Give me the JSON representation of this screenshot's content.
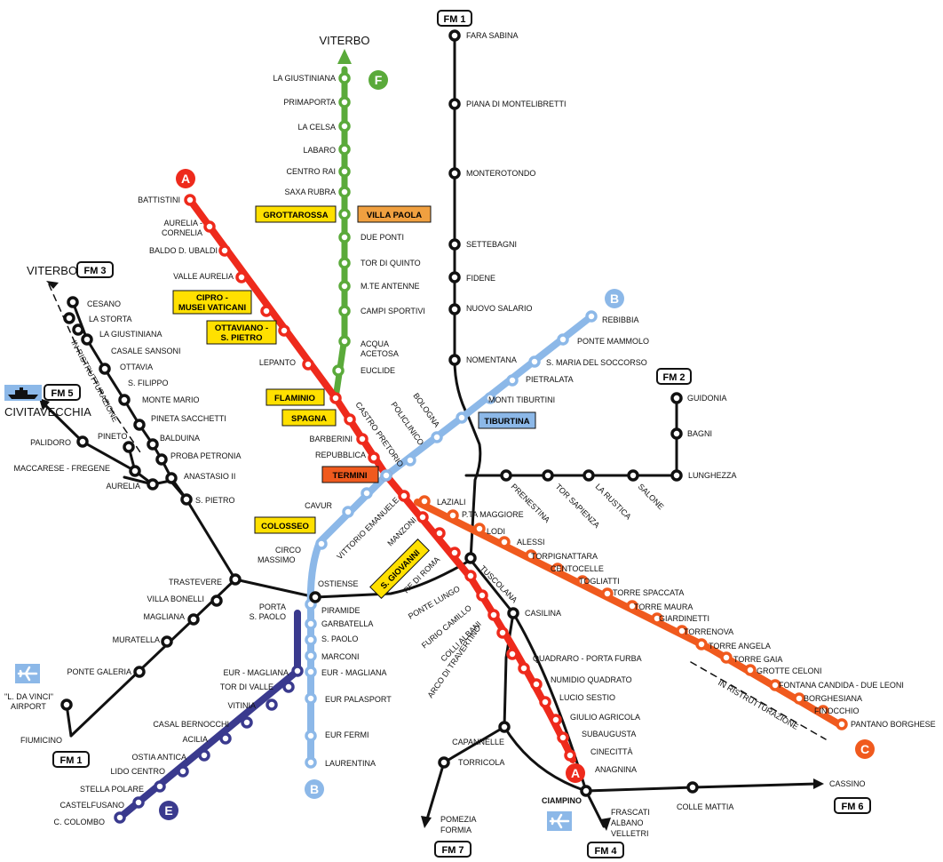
{
  "colors": {
    "line_a": "#ee2a1c",
    "line_b": "#8cb8e8",
    "line_c": "#f05a1e",
    "line_e": "#3a3a8e",
    "line_f": "#5aaa3a",
    "rail": "#111111",
    "box_yellow": "#ffe000",
    "box_orange": "#f0a040",
    "box_red": "#f05a1e",
    "box_blue": "#8cb8e8"
  },
  "line_badges": {
    "a_top": "A",
    "a_bottom": "A",
    "b_top": "B",
    "b_bottom": "B",
    "c": "C",
    "e": "E",
    "f": "F"
  },
  "fm_badges": {
    "fm1_top": "FM 1",
    "fm1_bottom": "FM 1",
    "fm2": "FM 2",
    "fm3": "FM 3",
    "fm4": "FM 4",
    "fm5": "FM 5",
    "fm6": "FM 6",
    "fm7": "FM 7"
  },
  "big_labels": {
    "viterbo_top": "VITERBO",
    "viterbo_left": "VITERBO",
    "civitavecchia": "CIVITAVECCHIA"
  },
  "notes": {
    "fm3_restructuring": "IN RISTRUTTURAZIONE",
    "c_restructuring": "IN RISTRUTTURAZIONE"
  },
  "icons": {
    "airplane": "airplane-icon",
    "ship": "ship-icon"
  },
  "box_stations": {
    "grottarossa": "GROTTAROSSA",
    "villa_paola": "VILLA PAOLA",
    "cipro_1": "CIPRO -",
    "cipro_2": "MUSEI VATICANI",
    "ottaviano_1": "OTTAVIANO -",
    "ottaviano_2": "S. PIETRO",
    "flaminio": "FLAMINIO",
    "spagna": "SPAGNA",
    "termini": "TERMINI",
    "tiburtina": "TIBURTINA",
    "colosseo": "COLOSSEO",
    "s_giovanni": "S. GIOVANNI"
  },
  "stations": {
    "line_f": [
      "LA GIUSTINIANA",
      "PRIMAPORTA",
      "LA CELSA",
      "LABARO",
      "CENTRO RAI",
      "SAXA RUBRA",
      "DUE PONTI",
      "TOR DI QUINTO",
      "M.TE ANTENNE",
      "CAMPI SPORTIVI",
      "ACQUA",
      "ACETOSA",
      "EUCLIDE"
    ],
    "line_a": [
      "BATTISTINI",
      "AURELIA -",
      "CORNELIA",
      "BALDO D. UBALDI",
      "VALLE AURELIA",
      "LEPANTO",
      "BARBERINI",
      "REPUBBLICA",
      "VITTORIO EMANUELE",
      "MANZONI",
      "RE DI ROMA",
      "PONTE LUNGO",
      "FURIO CAMILLO",
      "COLLI ALBANI",
      "ARCO DI TRAVERTINO",
      "QUADRARO - PORTA FURBA",
      "NUMIDIO QUADRATO",
      "LUCIO SESTIO",
      "GIULIO AGRICOLA",
      "SUBAUGUSTA",
      "CINECITTÀ",
      "ANAGNINA"
    ],
    "line_b": [
      "REBIBBIA",
      "PONTE MAMMOLO",
      "S. MARIA DEL SOCCORSO",
      "PIETRALATA",
      "MONTI TIBURTINI",
      "BOLOGNA",
      "POLICLINICO",
      "CASTRO PRETORIO",
      "CAVUR",
      "CIRCO",
      "MASSIMO",
      "PIRAMIDE",
      "GARBATELLA",
      "S. PAOLO",
      "MARCONI",
      "EUR - MAGLIANA",
      "EUR PALASPORT",
      "EUR FERMI",
      "LAURENTINA"
    ],
    "line_c": [
      "LAZIALI",
      "P.TA MAGGIORE",
      "LODI",
      "ALESSI",
      "TORPIGNATTARA",
      "CENTOCELLE",
      "TOGLIATTI",
      "TORRE SPACCATA",
      "TORRE MAURA",
      "GIARDINETTI",
      "TORRENOVA",
      "TORRE ANGELA",
      "TORRE GAIA",
      "GROTTE CELONI",
      "FONTANA CANDIDA - DUE LEONI",
      "BORGHESIANA",
      "FINOCCHIO",
      "PANTANO BORGHESE"
    ],
    "line_e": [
      "PORTA",
      "S. PAOLO",
      "EUR - MAGLIANA",
      "TOR DI VALLE",
      "VITINIA",
      "CASAL BERNOCCHI",
      "ACILIA",
      "OSTIA ANTICA",
      "LIDO CENTRO",
      "STELLA POLARE",
      "CASTELFUSANO",
      "C. COLOMBO"
    ],
    "fm1": [
      "FARA SABINA",
      "PIANA DI MONTELIBRETTI",
      "MONTEROTONDO",
      "SETTEBAGNI",
      "FIDENE",
      "NUOVO SALARIO",
      "NOMENTANA",
      "PRENESTINA",
      "TUSCOLANA",
      "OSTIENSE",
      "TRASTEVERE",
      "VILLA BONELLI",
      "MAGLIANA",
      "MURATELLA",
      "PONTE GALERIA",
      "FIUMICINO",
      "\"L. DA VINCI\"",
      "AIRPORT"
    ],
    "fm2": [
      "GUIDONIA",
      "BAGNI",
      "LUNGHEZZA",
      "SALONE",
      "LA RUSTICA",
      "TOR SAPIENZA"
    ],
    "fm3": [
      "CESANO",
      "LA STORTA",
      "LA GIUSTINIANA",
      "CASALE SANSONI",
      "OTTAVIA",
      "S. FILIPPO",
      "MONTE MARIO",
      "PINETA SACCHETTI",
      "BALDUINA",
      "PROBA PETRONIA",
      "ANASTASIO II",
      "S. PIETRO"
    ],
    "fm5": [
      "PALIDORO",
      "MACCARESE - FREGENE",
      "PINETO",
      "AURELIA"
    ],
    "fm4_fm6_fm7": [
      "CASILINA",
      "CAPANNELLE",
      "TORRICOLA",
      "POMEZIA",
      "FORMIA",
      "CIAMPINO",
      "FRASCATI",
      "ALBANO",
      "VELLETRI",
      "COLLE MATTIA",
      "CASSINO"
    ]
  }
}
